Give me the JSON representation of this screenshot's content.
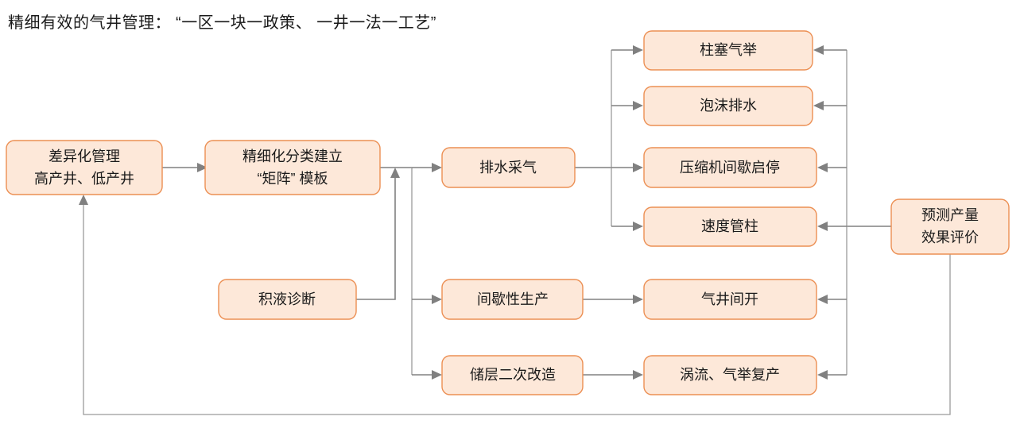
{
  "title": "精细有效的气井管理： “一区一块一政策、 一井一法一工艺”",
  "colors": {
    "node_fill": "#fde8d9",
    "node_border": "#ec8f53",
    "connector": "#808080",
    "text": "#1b1b1b",
    "background": "#ffffff"
  },
  "chart_data": {
    "type": "diagram",
    "title": "精细有效的气井管理： “一区一块一政策、 一井一法一工艺”",
    "nodes": [
      {
        "id": "n1",
        "label_line1": "差异化管理",
        "label_line2": "高产井、低产井",
        "column": "input"
      },
      {
        "id": "n2",
        "label_line1": "精细化分类建立",
        "label_line2": "“矩阵” 模板",
        "column": "classify"
      },
      {
        "id": "n3",
        "label_line1": "积液诊断",
        "label_line2": "",
        "column": "classify"
      },
      {
        "id": "n4",
        "label_line1": "排水采气",
        "label_line2": "",
        "column": "strategy"
      },
      {
        "id": "n5",
        "label_line1": "间歇性生产",
        "label_line2": "",
        "column": "strategy"
      },
      {
        "id": "n6",
        "label_line1": "储层二次改造",
        "label_line2": "",
        "column": "strategy"
      },
      {
        "id": "n7",
        "label_line1": "柱塞气举",
        "label_line2": "",
        "column": "measure"
      },
      {
        "id": "n8",
        "label_line1": "泡沫排水",
        "label_line2": "",
        "column": "measure"
      },
      {
        "id": "n9",
        "label_line1": "压缩机间歇启停",
        "label_line2": "",
        "column": "measure"
      },
      {
        "id": "n10",
        "label_line1": "速度管柱",
        "label_line2": "",
        "column": "measure"
      },
      {
        "id": "n11",
        "label_line1": "气井间开",
        "label_line2": "",
        "column": "measure"
      },
      {
        "id": "n12",
        "label_line1": "涡流、气举复产",
        "label_line2": "",
        "column": "measure"
      },
      {
        "id": "n13",
        "label_line1": "预测产量",
        "label_line2": "效果评价",
        "column": "evaluate"
      }
    ],
    "edges": [
      {
        "from": "n1",
        "to": "n2"
      },
      {
        "from": "n2",
        "to": "n4"
      },
      {
        "from": "n2",
        "to": "n5"
      },
      {
        "from": "n2",
        "to": "n6"
      },
      {
        "from": "n3",
        "to": "n2"
      },
      {
        "from": "n4",
        "to": "n7"
      },
      {
        "from": "n4",
        "to": "n8"
      },
      {
        "from": "n4",
        "to": "n9"
      },
      {
        "from": "n4",
        "to": "n10"
      },
      {
        "from": "n5",
        "to": "n11"
      },
      {
        "from": "n6",
        "to": "n12"
      },
      {
        "from": "n13",
        "to": "n7"
      },
      {
        "from": "n13",
        "to": "n8"
      },
      {
        "from": "n13",
        "to": "n9"
      },
      {
        "from": "n13",
        "to": "n10"
      },
      {
        "from": "n13",
        "to": "n11"
      },
      {
        "from": "n13",
        "to": "n12"
      },
      {
        "from": "n13",
        "to": "n1"
      }
    ]
  }
}
